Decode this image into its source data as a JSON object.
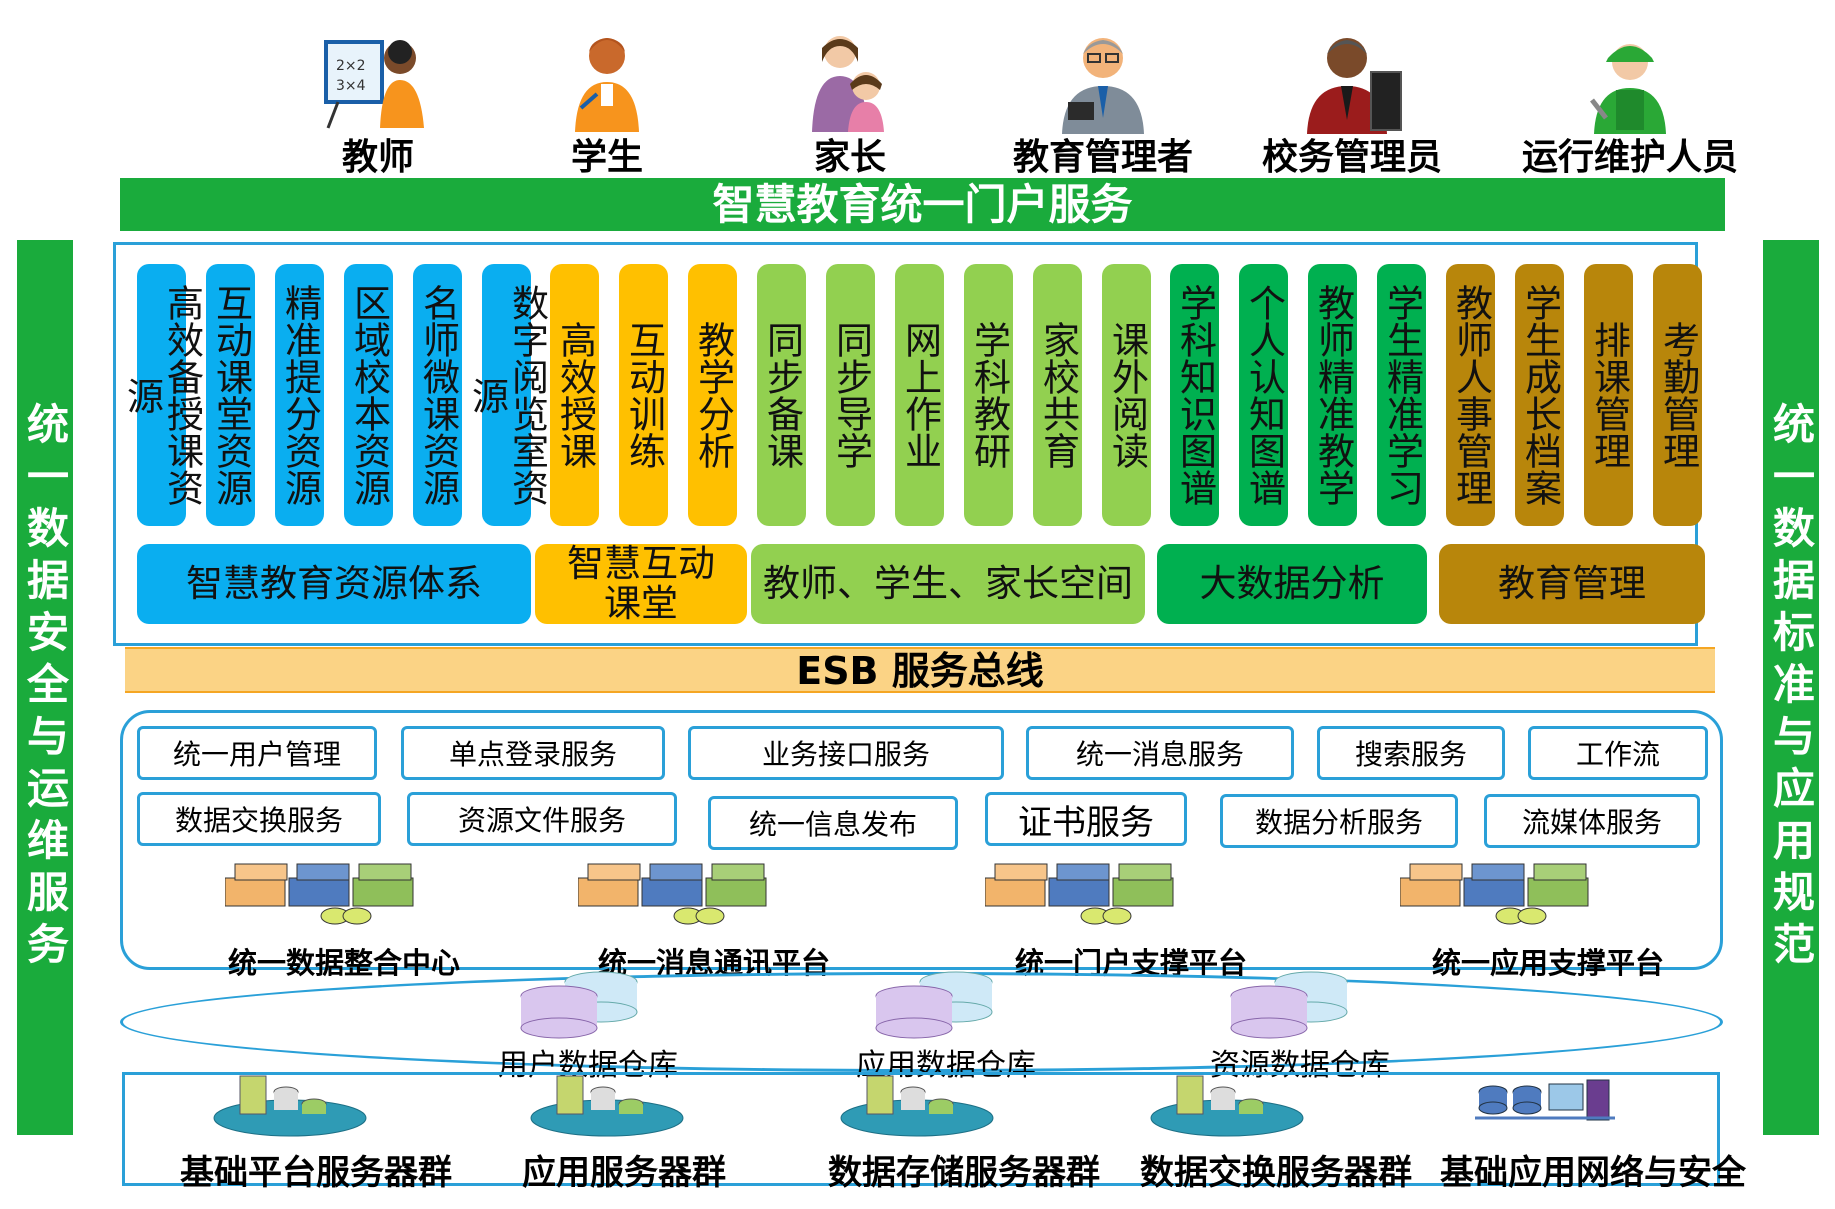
{
  "users": [
    "教师",
    "学生",
    "家长",
    "教育管理者",
    "校务管理员",
    "运行维护人员"
  ],
  "portal_title": "智慧教育统一门户服务",
  "left_sidebar": "统一数据安全与运维服务",
  "right_sidebar": "统一数据标准与应用规范",
  "apps": [
    "高效备授课资源",
    "互动课堂资源",
    "精准提分资源",
    "区域校本资源",
    "名师微课资源",
    "数字阅览室资源",
    "高效授课",
    "互动训练",
    "教学分析",
    "同步备课",
    "同步导学",
    "网上作业",
    "学科教研",
    "家校共育",
    "课外阅读",
    "学科知识图谱",
    "个人认知图谱",
    "教师精准教学",
    "学生精准学习",
    "教师人事管理",
    "学生成长档案",
    "排课管理",
    "考勤管理"
  ],
  "categories": [
    "智慧教育资源体系",
    "智慧互动课堂",
    "教师、学生、家长空间",
    "大数据分析",
    "教育管理"
  ],
  "colors": {
    "blue": "#0aaef0",
    "yellow": "#ffc000",
    "lightgreen": "#92d050",
    "green": "#00b050",
    "brown": "#b8860b"
  },
  "esb": "ESB 服务总线",
  "services_row1": [
    "统一用户管理",
    "单点登录服务",
    "业务接口服务",
    "统一消息服务",
    "搜索服务",
    "工作流"
  ],
  "services_row2": [
    "数据交换服务",
    "资源文件服务",
    "统一信息发布",
    "证书服务",
    "数据分析服务",
    "流媒体服务"
  ],
  "platforms": [
    "统一数据整合中心",
    "统一消息通讯平台",
    "统一门户支撑平台",
    "统一应用支撑平台"
  ],
  "warehouses": [
    "用户数据仓库",
    "应用数据仓库",
    "资源数据仓库"
  ],
  "infrastructure": [
    "基础平台服务器群",
    "应用服务器群",
    "数据存储服务器群",
    "数据交换服务器群",
    "基础应用网络与安全"
  ]
}
